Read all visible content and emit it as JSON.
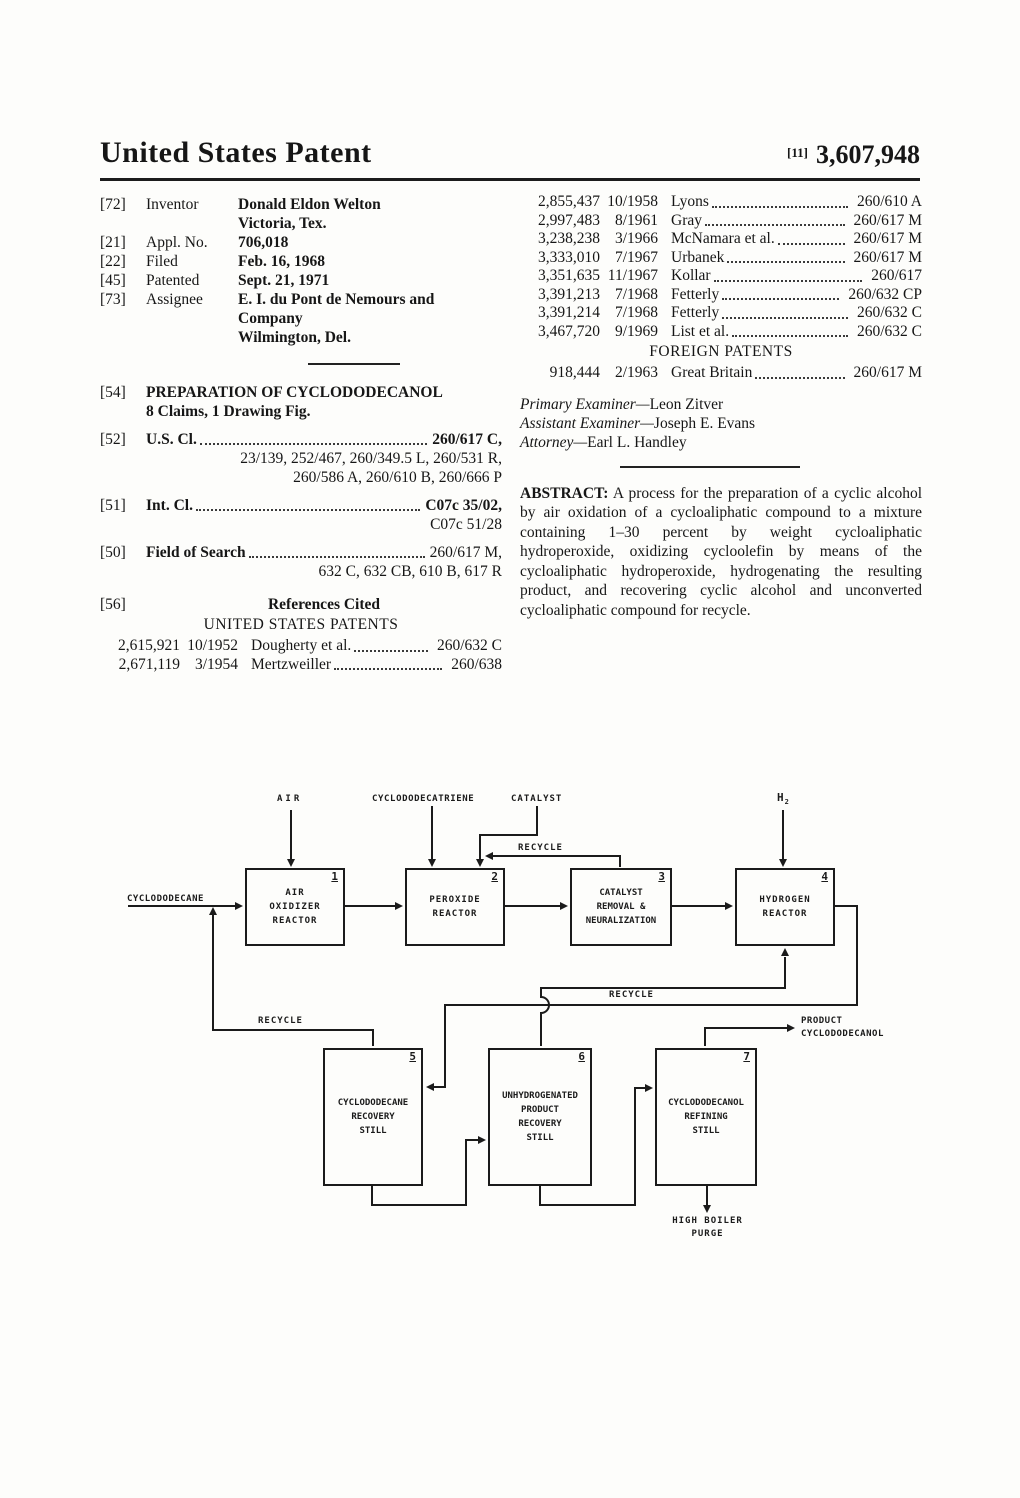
{
  "header": {
    "title": "United States Patent",
    "code": "[11]",
    "number": "3,607,948"
  },
  "biblio": {
    "fields": [
      {
        "code": "[72]",
        "label": "Inventor",
        "lines": [
          "Donald Eldon Welton",
          "Victoria, Tex."
        ]
      },
      {
        "code": "[21]",
        "label": "Appl. No.",
        "lines": [
          "706,018"
        ]
      },
      {
        "code": "[22]",
        "label": "Filed",
        "lines": [
          "Feb. 16, 1968"
        ]
      },
      {
        "code": "[45]",
        "label": "Patented",
        "lines": [
          "Sept. 21, 1971"
        ]
      },
      {
        "code": "[73]",
        "label": "Assignee",
        "lines": [
          "E. I. du Pont de Nemours and Company",
          "Wilmington, Del."
        ]
      }
    ],
    "title_code": "[54]",
    "title": "PREPARATION OF CYCLODODECANOL",
    "title_sub": "8 Claims, 1 Drawing Fig.",
    "classifications": [
      {
        "code": "[52]",
        "label": "U.S. Cl.",
        "value": "260/617 C,",
        "cont": [
          "23/139, 252/467, 260/349.5 L, 260/531 R,",
          "260/586 A, 260/610 B, 260/666 P"
        ]
      },
      {
        "code": "[51]",
        "label": "Int. Cl.",
        "value": "C07c 35/02,",
        "cont": [
          "C07c 51/28"
        ]
      },
      {
        "code": "[50]",
        "label": "Field of Search",
        "value": "260/617 M,",
        "cont": [
          "632 C, 632 CB, 610 B, 617 R"
        ]
      }
    ],
    "references": {
      "code": "[56]",
      "heading": "References Cited",
      "us_heading": "UNITED STATES PATENTS",
      "left_rows": [
        {
          "number": "2,615,921",
          "date": "10/1952",
          "name": "Dougherty et al.",
          "cls": "260/632 C"
        },
        {
          "number": "2,671,119",
          "date": "3/1954",
          "name": "Mertzweiller",
          "cls": "260/638"
        }
      ],
      "right_rows": [
        {
          "number": "2,855,437",
          "date": "10/1958",
          "name": "Lyons",
          "cls": "260/610 A"
        },
        {
          "number": "2,997,483",
          "date": "8/1961",
          "name": "Gray",
          "cls": "260/617 M"
        },
        {
          "number": "3,238,238",
          "date": "3/1966",
          "name": "McNamara et al.",
          "cls": "260/617 M"
        },
        {
          "number": "3,333,010",
          "date": "7/1967",
          "name": "Urbanek",
          "cls": "260/617 M"
        },
        {
          "number": "3,351,635",
          "date": "11/1967",
          "name": "Kollar",
          "cls": "260/617"
        },
        {
          "number": "3,391,213",
          "date": "7/1968",
          "name": "Fetterly",
          "cls": "260/632 CP"
        },
        {
          "number": "3,391,214",
          "date": "7/1968",
          "name": "Fetterly",
          "cls": "260/632 C"
        },
        {
          "number": "3,467,720",
          "date": "9/1969",
          "name": "List et al.",
          "cls": "260/632 C"
        }
      ],
      "foreign_heading": "FOREIGN PATENTS",
      "foreign_rows": [
        {
          "number": "918,444",
          "date": "2/1963",
          "name": "Great Britain",
          "cls": "260/617 M"
        }
      ]
    },
    "people": [
      {
        "label": "Primary Examiner—",
        "name": "Leon Zitver"
      },
      {
        "label": "Assistant Examiner—",
        "name": "Joseph E. Evans"
      },
      {
        "label": "Attorney—",
        "name": "Earl L. Handley"
      }
    ],
    "abstract_label": "ABSTRACT:",
    "abstract_text": " A process for the preparation of a cyclic alcohol by air oxidation of a cycloaliphatic compound to a mixture containing 1–30 percent by weight cycloaliphatic hydroperoxide, oxidizing cycloolefin by means of the cycloaliphatic hydroperoxide, hydrogenating the resulting product, and recovering cyclic alcohol and unconverted cycloaliphatic compound for recycle."
  },
  "diagram": {
    "boxes": [
      {
        "num": "1",
        "lines": [
          "AIR",
          "OXIDIZER",
          "REACTOR"
        ]
      },
      {
        "num": "2",
        "lines": [
          "PEROXIDE",
          "REACTOR"
        ]
      },
      {
        "num": "3",
        "lines": [
          "CATALYST",
          "REMOVAL &",
          "NEURALIZATION"
        ]
      },
      {
        "num": "4",
        "lines": [
          "HYDROGEN",
          "REACTOR"
        ]
      },
      {
        "num": "5",
        "lines": [
          "CYCLODODECANE",
          "RECOVERY",
          "STILL"
        ]
      },
      {
        "num": "6",
        "lines": [
          "UNHYDROGENATED",
          "PRODUCT",
          "RECOVERY",
          "STILL"
        ]
      },
      {
        "num": "7",
        "lines": [
          "CYCLODODECANOL",
          "REFINING",
          "STILL"
        ]
      }
    ],
    "labels": {
      "air": "AIR",
      "cyclododecatriene": "CYCLODODECATRIENE",
      "catalyst": "CATALYST",
      "h2_base": "H",
      "h2_sub": "2",
      "recycle_top": "RECYCLE",
      "recycle_left": "RECYCLE",
      "recycle_mid": "RECYCLE",
      "feed": "CYCLODODECANE",
      "product_line1": "PRODUCT",
      "product_line2": "CYCLODODECANOL",
      "purge_line1": "HIGH BOILER",
      "purge_line2": "PURGE"
    }
  },
  "colors": {
    "ink": "#1b1b1b",
    "paper": "#fdfdfb"
  }
}
